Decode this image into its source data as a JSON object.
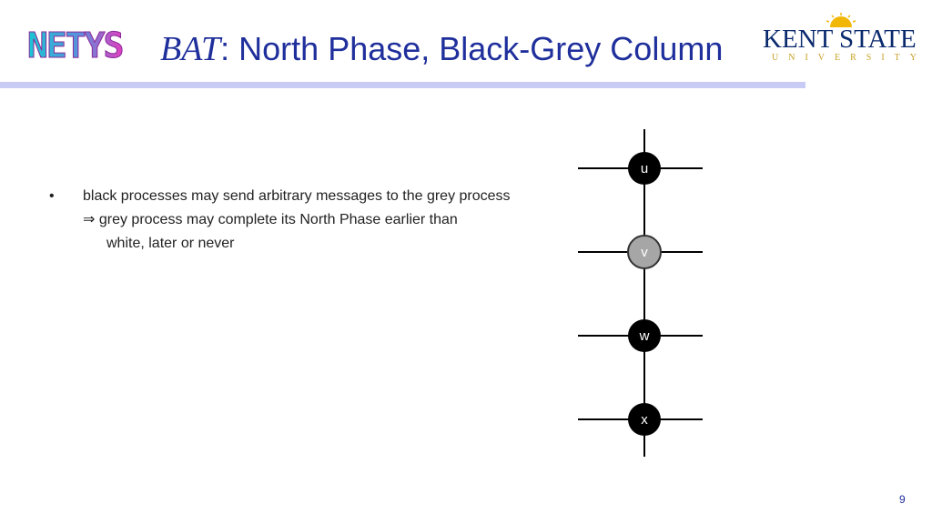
{
  "header": {
    "logo_left_text": "NETYS",
    "title_italic": "BAT",
    "title_rest": ": North Phase, Black-Grey Column",
    "logo_right_name": "KENT STATE",
    "logo_right_sub": "UNIVERSITY",
    "rule_color": "#c8cbf4",
    "title_color": "#1f2f9c"
  },
  "content": {
    "bullet_marker": "•",
    "bullet_text": "black processes may send arbitrary messages to the grey process",
    "implication_line": "⇒ grey process may complete its North Phase earlier than",
    "implication_cont": "white, later or never"
  },
  "diagram": {
    "nodes": [
      {
        "label": "u",
        "color": "black"
      },
      {
        "label": "v",
        "color": "grey"
      },
      {
        "label": "w",
        "color": "black"
      },
      {
        "label": "x",
        "color": "black"
      }
    ],
    "colors": {
      "black": "#000000",
      "grey": "#a6a6a6"
    }
  },
  "footer": {
    "page_number": "9"
  }
}
